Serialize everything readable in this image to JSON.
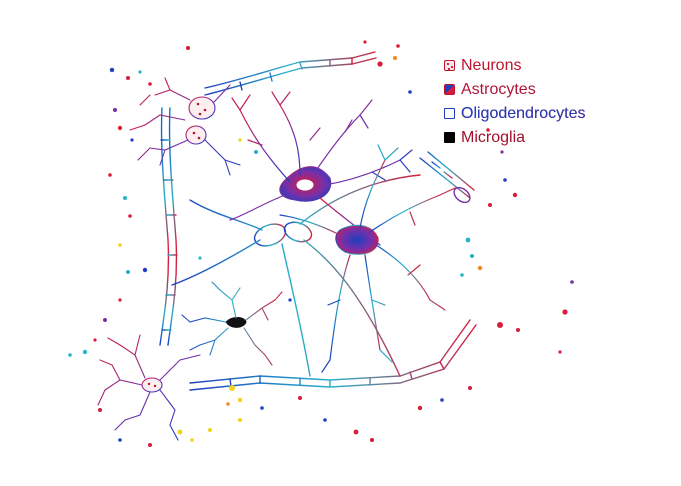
{
  "legend": {
    "items": [
      {
        "label": "Neurons",
        "icon": "neuron-swatch-icon"
      },
      {
        "label": "Astrocytes",
        "icon": "astrocyte-swatch-icon"
      },
      {
        "label": "Oligodendrocytes",
        "icon": "oligodendrocyte-swatch-icon"
      },
      {
        "label": "Microglia",
        "icon": "microglia-swatch-icon"
      }
    ]
  },
  "palette": {
    "red": "#d81c3c",
    "blue": "#1e3fbf",
    "purple": "#7a2fa8",
    "cyan": "#27b3c9",
    "yellow": "#f2d21b",
    "orange": "#f08a1c",
    "black": "#111111"
  }
}
